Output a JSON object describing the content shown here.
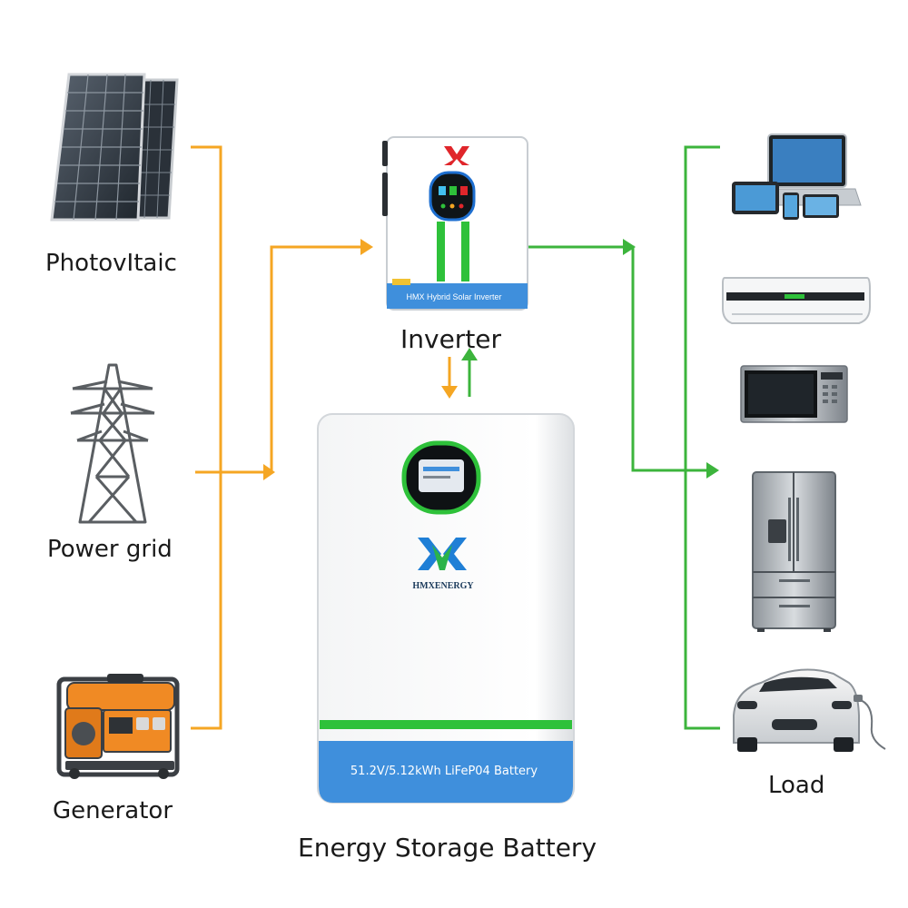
{
  "labels": {
    "photovoltaic": "PhotovItaic",
    "power_grid": "Power grid",
    "generator": "Generator",
    "inverter": "Inverter",
    "battery": "Energy Storage Battery",
    "load": "Load"
  },
  "inverter_device": {
    "banner_text": "HMX Hybrid Solar Inverter"
  },
  "battery_device": {
    "brand": "HMXENERGY",
    "banner_text": "51.2V/5.12kWh LiFeP04 Battery"
  },
  "colors": {
    "input_flow": "#f5a623",
    "output_flow": "#3cb43c",
    "stripe_green": "#2ec13a",
    "banner_blue": "#3f8fdc",
    "logo_blue": "#1f7fd6",
    "logo_green": "#2bb34a",
    "logo_red": "#e0262b"
  }
}
